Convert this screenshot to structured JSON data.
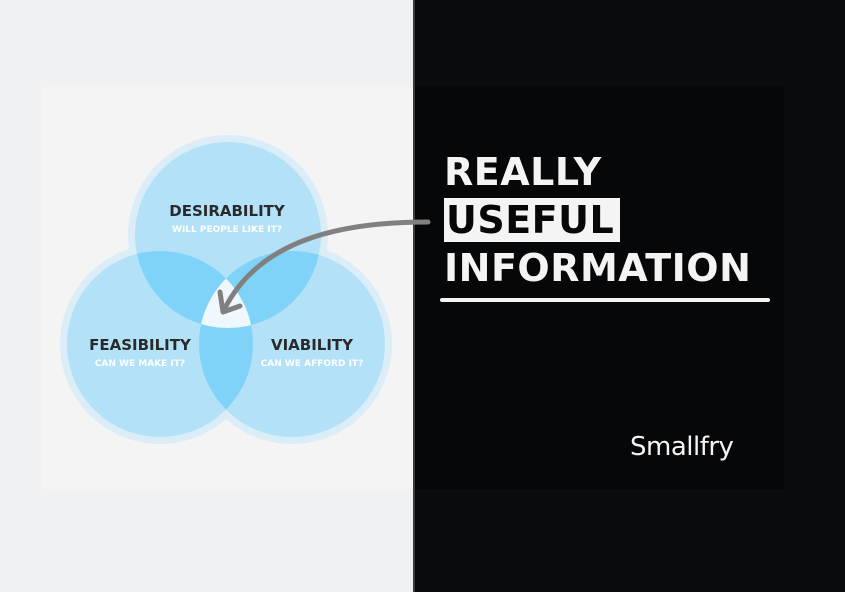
{
  "colors": {
    "page_bg": "#f0f1f3",
    "left_card_bg": "#f4f4f4",
    "right_bg": "#0a0b0d",
    "right_card_bg": "#060709",
    "circle_fill": "#b3e1f7",
    "circle_halo": "#dbeef8",
    "overlap_fill": "#80d3f8",
    "center_fill": "#eef8fd",
    "arrow": "#808080",
    "title_text": "#2a2a2a",
    "subtitle_text": "#ffffff",
    "headline_text": "#f4f4f4"
  },
  "venn": {
    "circles": [
      {
        "title": "DESIRABILITY",
        "subtitle": "WILL PEOPLE LIKE IT?"
      },
      {
        "title": "FEASIBILITY",
        "subtitle": "CAN WE MAKE IT?"
      },
      {
        "title": "VIABILITY",
        "subtitle": "CAN WE AFFORD IT?"
      }
    ]
  },
  "headline": {
    "line1": "REALLY",
    "line2": "USEFUL",
    "line3": "INFORMATION"
  },
  "brand": {
    "name": "Smallfry"
  }
}
